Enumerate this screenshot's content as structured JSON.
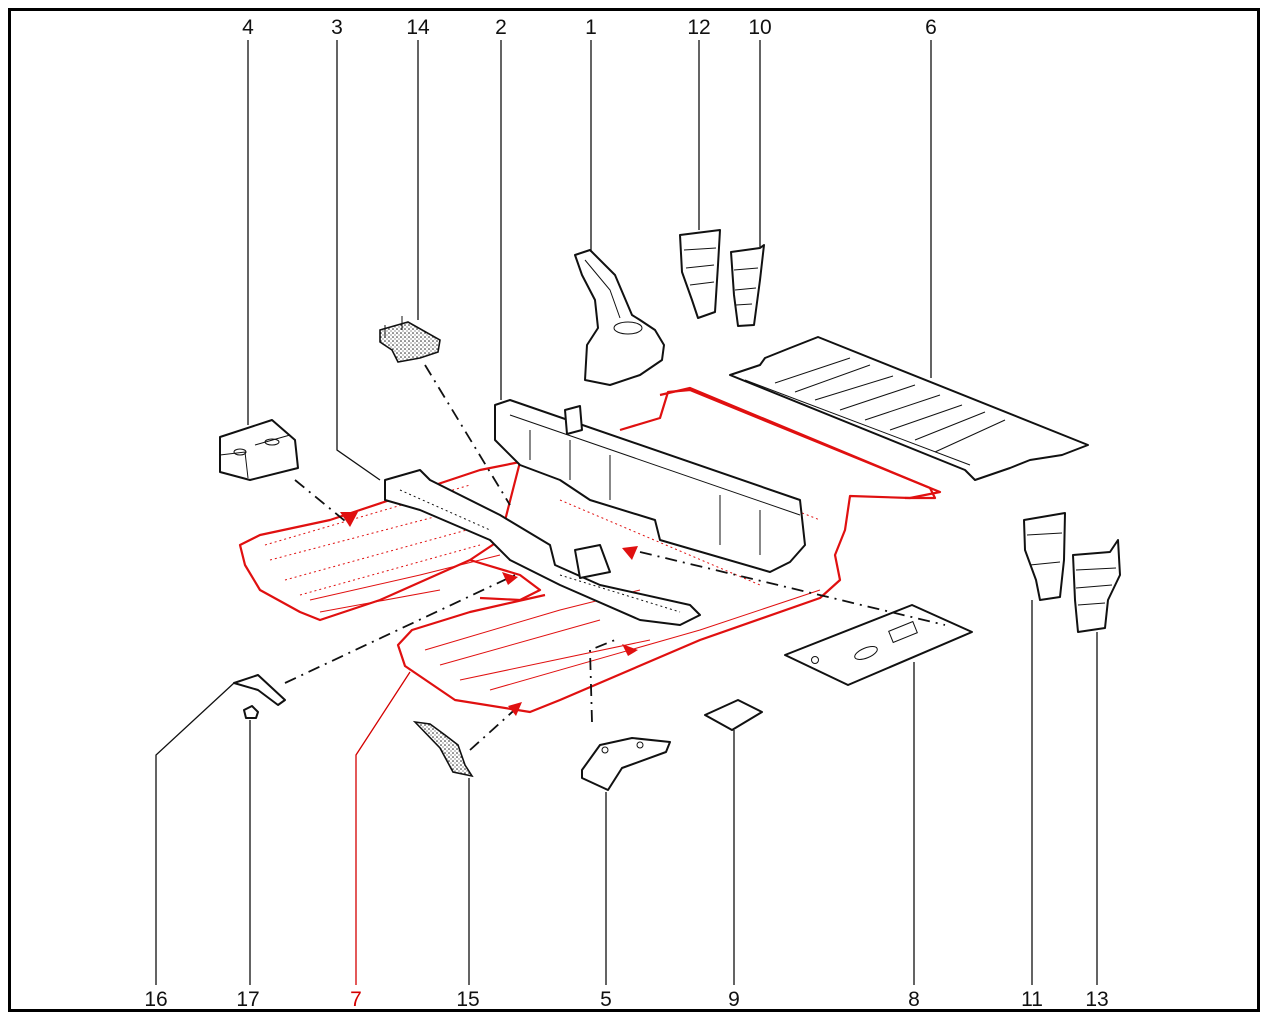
{
  "diagram": {
    "type": "exploded-parts-diagram",
    "subject": "vehicle floor pan assembly",
    "highlight_color": "#d40000",
    "line_color": "#111111",
    "top_callouts": [
      {
        "id": "4",
        "label": "4",
        "highlighted": false
      },
      {
        "id": "3",
        "label": "3",
        "highlighted": false
      },
      {
        "id": "14",
        "label": "14",
        "highlighted": false
      },
      {
        "id": "2",
        "label": "2",
        "highlighted": false
      },
      {
        "id": "1",
        "label": "1",
        "highlighted": false
      },
      {
        "id": "12",
        "label": "12",
        "highlighted": false
      },
      {
        "id": "10",
        "label": "10",
        "highlighted": false
      },
      {
        "id": "6",
        "label": "6",
        "highlighted": false
      }
    ],
    "bottom_callouts": [
      {
        "id": "16",
        "label": "16",
        "highlighted": false
      },
      {
        "id": "17",
        "label": "17",
        "highlighted": false
      },
      {
        "id": "7",
        "label": "7",
        "highlighted": true
      },
      {
        "id": "15",
        "label": "15",
        "highlighted": false
      },
      {
        "id": "5",
        "label": "5",
        "highlighted": false
      },
      {
        "id": "9",
        "label": "9",
        "highlighted": false
      },
      {
        "id": "8",
        "label": "8",
        "highlighted": false
      },
      {
        "id": "11",
        "label": "11",
        "highlighted": false
      },
      {
        "id": "13",
        "label": "13",
        "highlighted": false
      }
    ],
    "highlighted_part": "7"
  }
}
